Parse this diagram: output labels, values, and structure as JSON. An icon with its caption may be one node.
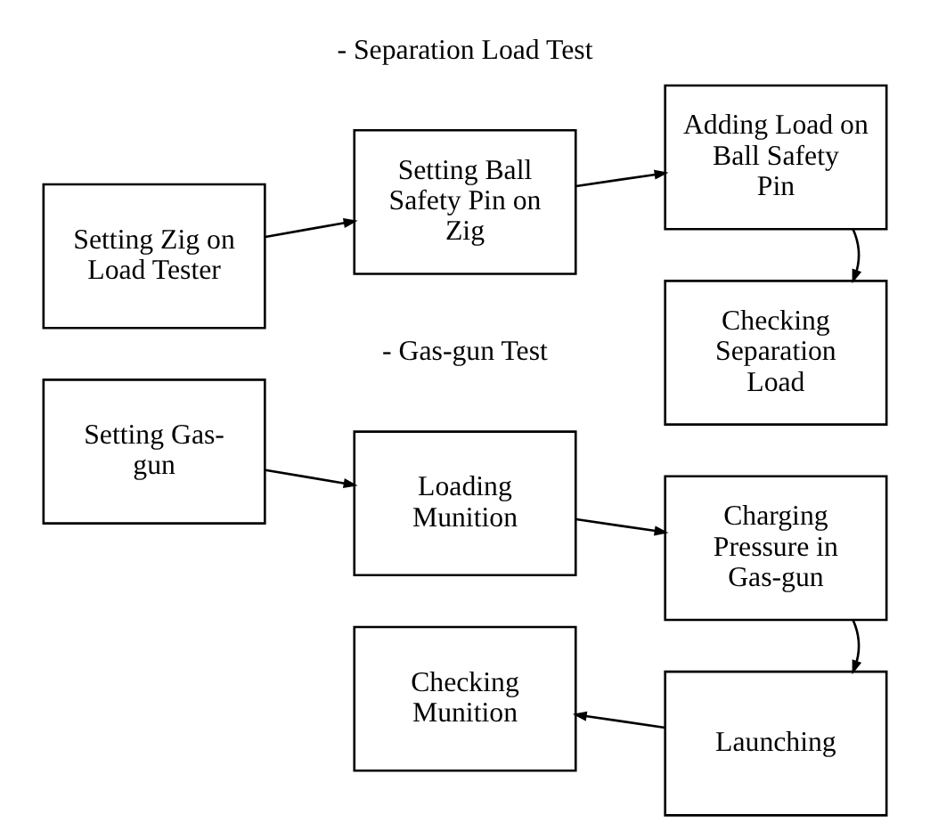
{
  "diagram": {
    "nodes": [
      {
        "text": [
          "Setting Zig on Load Tester"
        ]
      },
      {
        "text": [
          "Setting Ball Safety Pin on Zig"
        ]
      },
      {
        "text": [
          "Adding Load on Ball Safety Pin"
        ]
      },
      {
        "text": [
          "Checking Separation Load"
        ]
      },
      {
        "text": [
          "Setting Gas-gun"
        ]
      },
      {
        "text": [
          "Loading Munition"
        ]
      },
      {
        "text": [
          "Charging Pressure in Gas-gun"
        ]
      },
      {
        "text": [
          "Launching"
        ]
      },
      {
        "text": [
          "Checking Munition"
        ]
      }
    ],
    "edges": [
      {
        "from": 0,
        "to": 1,
        "arrow": "to"
      },
      {
        "from": 1,
        "to": 2,
        "arrow": "to"
      },
      {
        "from": 2,
        "to": 3,
        "arrow": "to"
      },
      {
        "from": 4,
        "to": 5,
        "arrow": "to"
      },
      {
        "from": 5,
        "to": 6,
        "arrow": "to"
      },
      {
        "from": 6,
        "to": 7,
        "arrow": "to"
      },
      {
        "from": 7,
        "to": 8,
        "arrow": "to"
      }
    ],
    "labels": [
      "- Separation Load Test",
      "- Gas-gun Test"
    ]
  }
}
